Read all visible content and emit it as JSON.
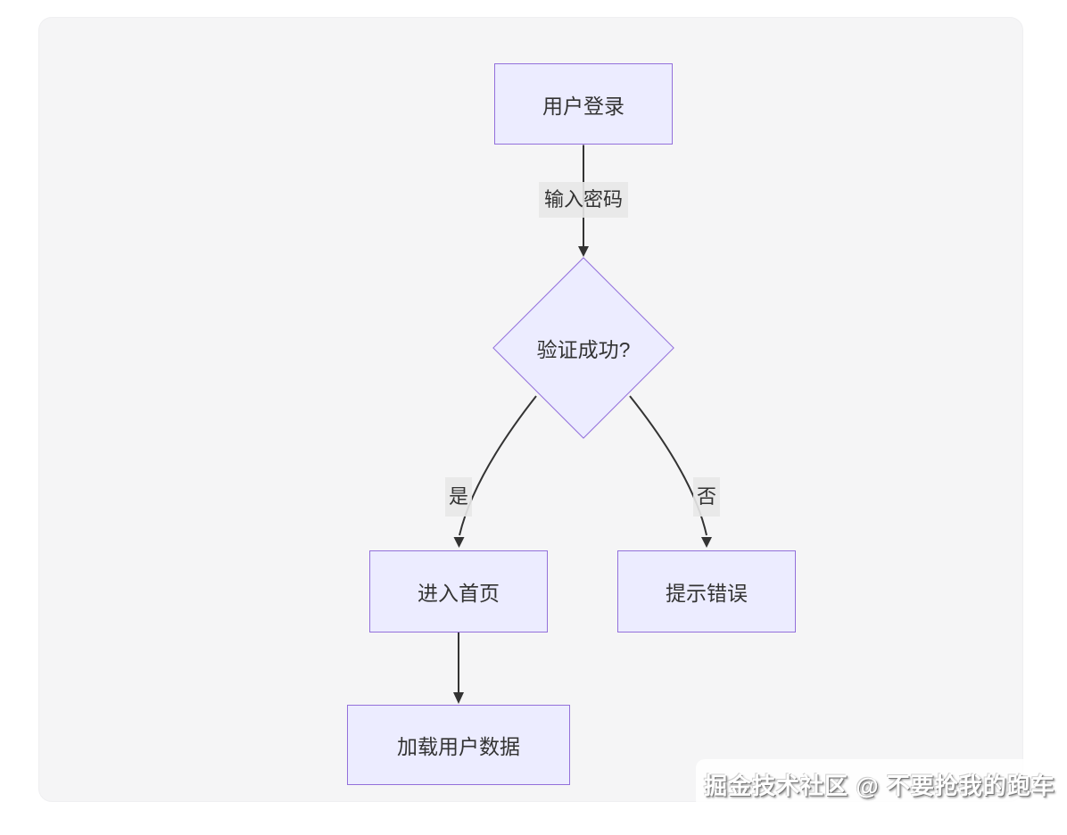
{
  "diagram": {
    "type": "flowchart",
    "direction": "top-down",
    "nodes": [
      {
        "id": "login",
        "label": "用户登录",
        "shape": "rect"
      },
      {
        "id": "verify",
        "label": "验证成功?",
        "shape": "diamond"
      },
      {
        "id": "home",
        "label": "进入首页",
        "shape": "rect"
      },
      {
        "id": "error",
        "label": "提示错误",
        "shape": "rect"
      },
      {
        "id": "load",
        "label": "加载用户数据",
        "shape": "rect"
      }
    ],
    "edges": [
      {
        "from": "login",
        "to": "verify",
        "label": "输入密码"
      },
      {
        "from": "verify",
        "to": "home",
        "label": "是"
      },
      {
        "from": "verify",
        "to": "error",
        "label": "否"
      },
      {
        "from": "home",
        "to": "load",
        "label": ""
      }
    ]
  },
  "watermark": {
    "text": "掘金技术社区 @ 不要抢我的跑车"
  },
  "colors": {
    "canvas_background": "#F5F5F6",
    "page_background": "#FFFFFF",
    "node_fill": "#ECECFF",
    "node_border": "#9370DB",
    "node_text": "#333333",
    "edge_stroke": "#333333",
    "edge_label_background": "#E8E8E8",
    "watermark_text": "#FFFFFF"
  }
}
